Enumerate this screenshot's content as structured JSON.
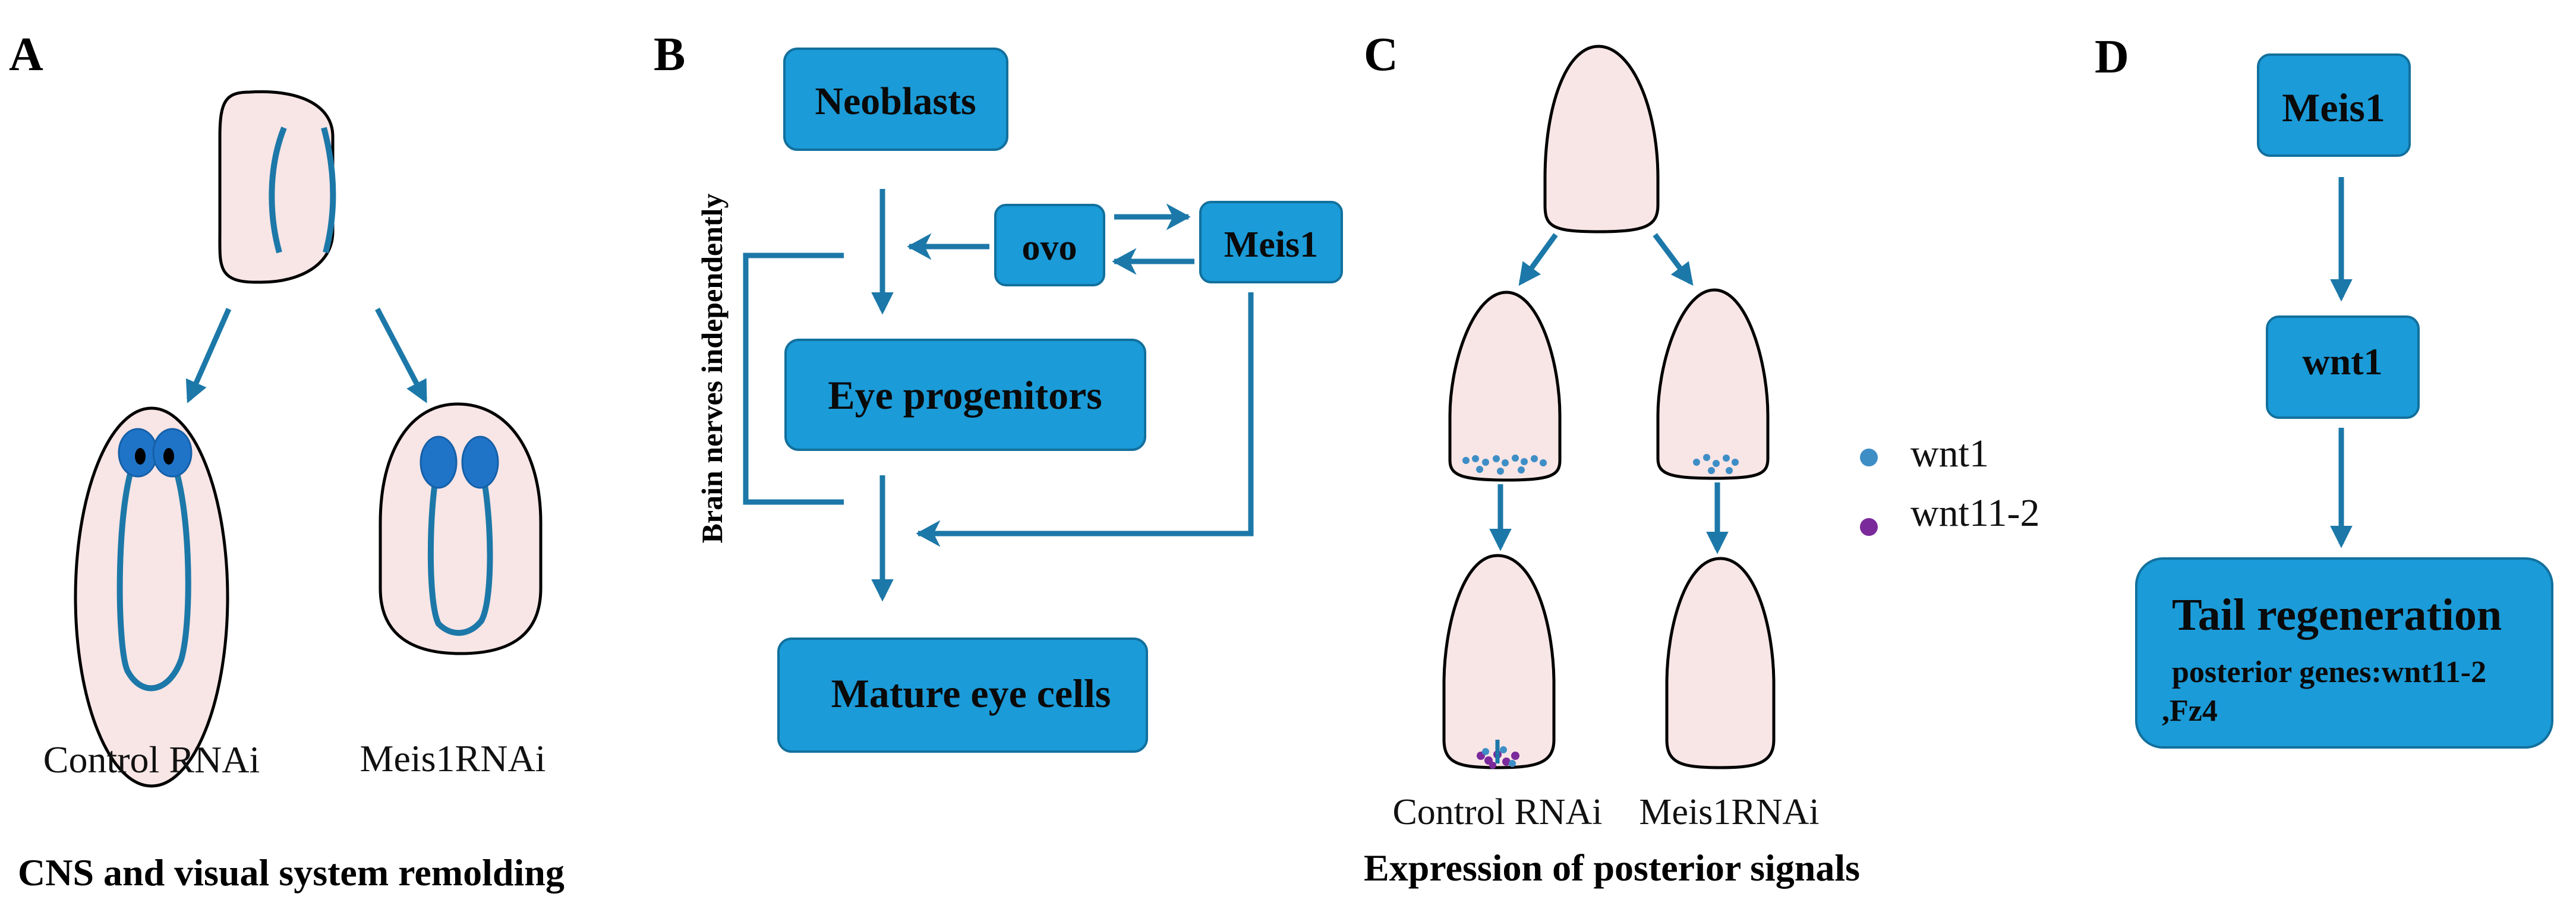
{
  "panels": {
    "a": {
      "letter": "A",
      "control_label": "Control RNAi",
      "meis_label": "Meis1RNAi",
      "caption": "CNS and visual system remolding"
    },
    "b": {
      "letter": "B",
      "neoblasts": "Neoblasts",
      "ovo": "ovo",
      "meis1": "Meis1",
      "eye_progenitors": "Eye progenitors",
      "mature_eye_cells": "Mature eye cells",
      "side_label": "Brain nerves independently"
    },
    "c": {
      "letter": "C",
      "control_label": "Control RNAi",
      "meis_label": "Meis1RNAi",
      "caption": "Expression of posterior signals",
      "legend": [
        {
          "label": "wnt1",
          "color": "#3e8ec6"
        },
        {
          "label": "wnt11-2",
          "color": "#7b2a9c"
        }
      ]
    },
    "d": {
      "letter": "D",
      "meis1": "Meis1",
      "wnt1": "wnt1",
      "tail_title": "Tail regeneration",
      "tail_line1": "posterior genes:wnt11-2",
      "tail_line2": ",Fz4"
    }
  },
  "colors": {
    "box_fill": "#1b9bd8",
    "arrow": "#1c78a8",
    "body_fill": "#f8e5e5",
    "eye": "#1f74c8"
  }
}
